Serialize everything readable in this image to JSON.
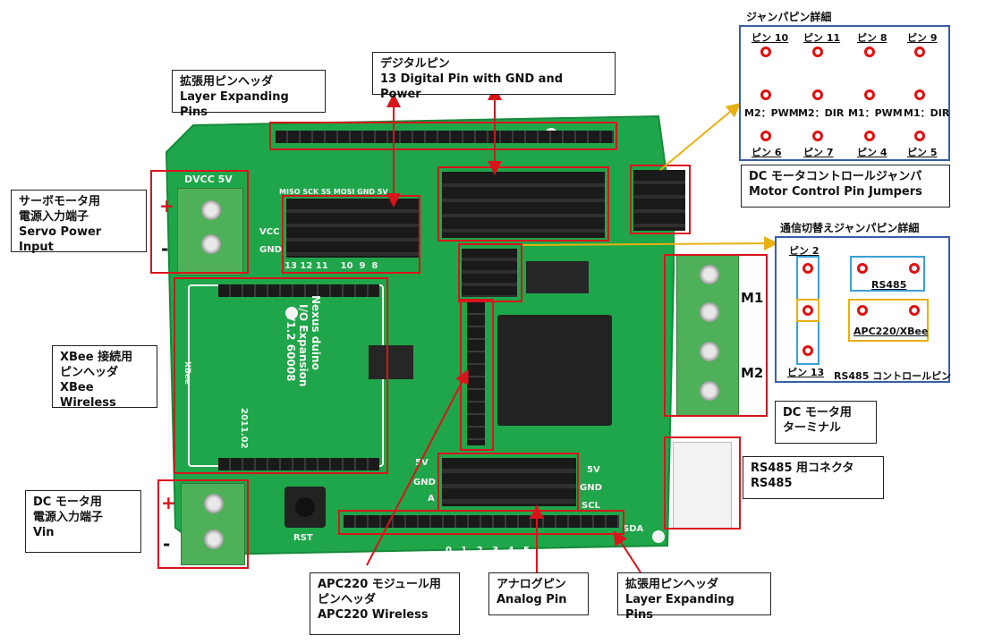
{
  "colors": {
    "pcb": "#1fa64a",
    "callout_border": "#d8141c",
    "panel_border": "#3a5fa8",
    "pin_ring": "#e01010",
    "arrow_red": "#d8141c",
    "arrow_yellow": "#e8b010"
  },
  "callouts": {
    "layer_top": {
      "jp": "拡張用ピンヘッダ",
      "en": "Layer Expanding Pins"
    },
    "digital": {
      "jp": "デジタルピン",
      "en": "13 Digital Pin with GND and Power"
    },
    "servo": {
      "jp1": "サーボモータ用",
      "jp2": "電源入力端子",
      "en": "Servo Power Input"
    },
    "xbee": {
      "jp1": "XBee 接続用",
      "jp2": "ピンヘッダ",
      "en": "XBee Wireless"
    },
    "dc_power": {
      "jp1": "DC モータ用",
      "jp2": "電源入力端子",
      "en": "Vin"
    },
    "apc220": {
      "jp1": "APC220 モジュール用",
      "jp2": "ピンヘッダ",
      "en": "APC220 Wireless"
    },
    "analog": {
      "jp": "アナログピン",
      "en": "Analog Pin"
    },
    "layer_bottom": {
      "jp": "拡張用ピンヘッダ",
      "en": "Layer Expanding Pins"
    },
    "motor_ctrl": {
      "jp": "DC モータコントロールジャンパ",
      "en": "Motor Control Pin Jumpers"
    },
    "dc_terminal": {
      "jp1": "DC モータ用",
      "jp2": "ターミナル"
    },
    "rs485": {
      "jp": "RS485 用コネクタ",
      "en": "RS485"
    }
  },
  "polarity": {
    "plus": "+",
    "minus": "-"
  },
  "jumper_panel": {
    "title": "ジャンパピン詳細",
    "top_labels": [
      "ピン 10",
      "ピン 11",
      "ピン 8",
      "ピン 9"
    ],
    "mid_labels": [
      "M2：PWM",
      "M2：DIR",
      "M1：PWM",
      "M1：DIR"
    ],
    "bottom_labels": [
      "ピン 6",
      "ピン 7",
      "ピン 4",
      "ピン 5"
    ]
  },
  "comm_panel": {
    "title": "通信切替えジャンパピン詳細",
    "pin2": "ピン 2",
    "pin13": "ピン 13",
    "rs485": "RS485",
    "apc_xbee": "APC220/XBee",
    "ctrl": "RS485 コントロールピン"
  },
  "board": {
    "silk_dvcc": "DVCC 5V",
    "silk_spi": "MISO SCK SS MOSI GND 5V",
    "silk_vcc": "VCC",
    "silk_gnd": "GND",
    "silk_bottom_nums": "13 12 11    10  9  8",
    "silk_name": "Nexus duino",
    "silk_io": "I/O Expansion",
    "silk_ver": "V1.2 60008",
    "silk_date": "2011.02",
    "silk_xbee": "XBee",
    "silk_m1": "M1",
    "silk_m2": "M2",
    "silk_5v": "5V",
    "silk_gnd2": "GND",
    "silk_scl": "SCL",
    "silk_sda": "SDA",
    "silk_rst": "RST",
    "silk_analog_nums": "0   1   2   3   4   5",
    "silk_a": "A"
  }
}
